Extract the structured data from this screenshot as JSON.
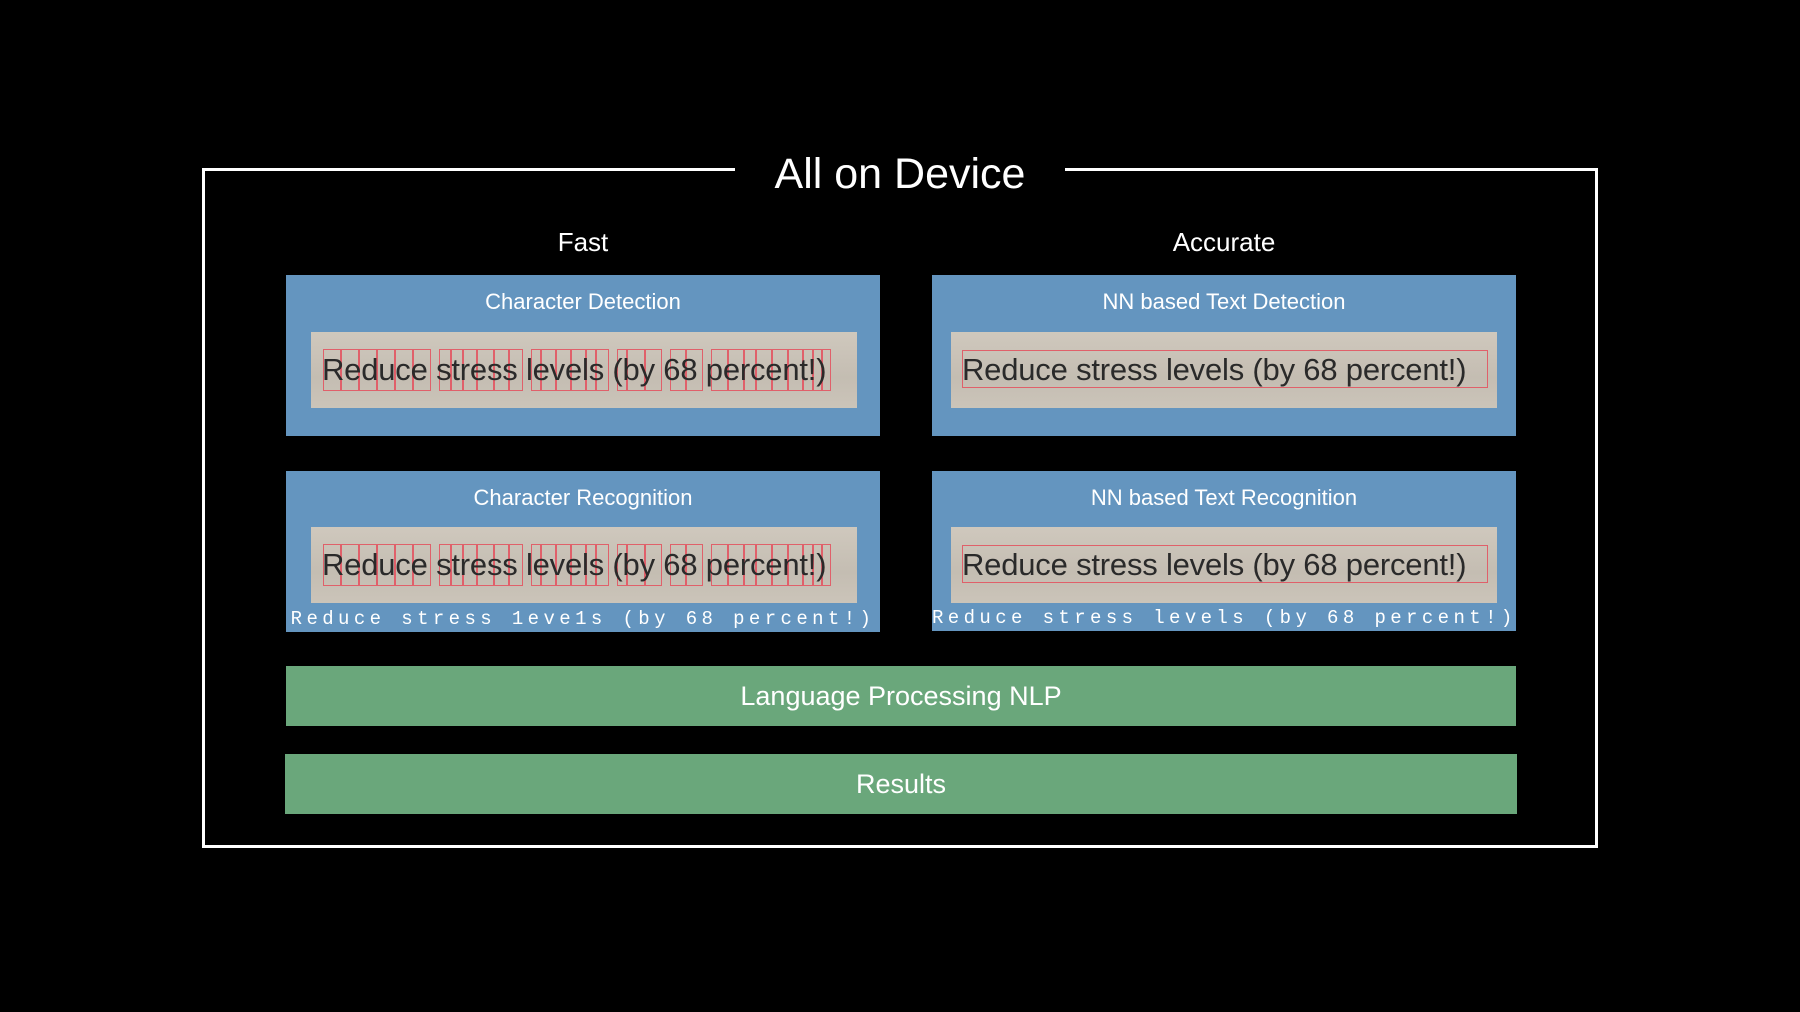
{
  "diagram": {
    "title": "All on Device",
    "columns": {
      "fast": "Fast",
      "accurate": "Accurate"
    },
    "panels": {
      "char_detection": {
        "title": "Character Detection",
        "sample": "Reduce stress levels (by 68 percent!)"
      },
      "nn_detection": {
        "title": "NN based Text Detection",
        "sample": "Reduce stress levels (by 68 percent!)"
      },
      "char_recognition": {
        "title": "Character Recognition",
        "sample": "Reduce stress levels (by 68 percent!)",
        "output": "Reduce stress 1eve1s (by 68 percent!)"
      },
      "nn_recognition": {
        "title": "NN based Text Recognition",
        "sample": "Reduce stress levels (by 68 percent!)",
        "output": "Reduce stress levels (by 68 percent!)"
      }
    },
    "stages": {
      "nlp": "Language Processing NLP",
      "results": "Results"
    },
    "colors": {
      "panel": "#6495bf",
      "stage": "#6aa77b",
      "box": "#e0606a",
      "frame": "#ffffff"
    }
  }
}
